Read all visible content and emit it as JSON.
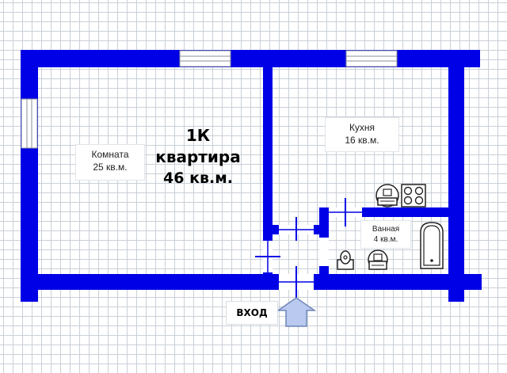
{
  "apartment": {
    "type_line": "1К",
    "kind_line": "квартира",
    "area_line": "46 кв.м."
  },
  "rooms": [
    {
      "name": "Комната",
      "area": "25 кв.м."
    },
    {
      "name": "Кухня",
      "area": "16 кв.м."
    },
    {
      "name": "Ванная",
      "area": "4 кв.м."
    }
  ],
  "entrance": {
    "label": "ВХОД"
  },
  "colors": {
    "wall": "#0000e6",
    "window": "#ffffff",
    "arrow_fill": "#b9c9ef",
    "arrow_stroke": "#6f86b8",
    "grid": "#c9d0d8"
  },
  "icons": [
    "stove-icon",
    "boiler-icon",
    "toilet-icon",
    "bathtub-icon",
    "sink-icon",
    "door-swing-icon",
    "entry-arrow-icon"
  ]
}
